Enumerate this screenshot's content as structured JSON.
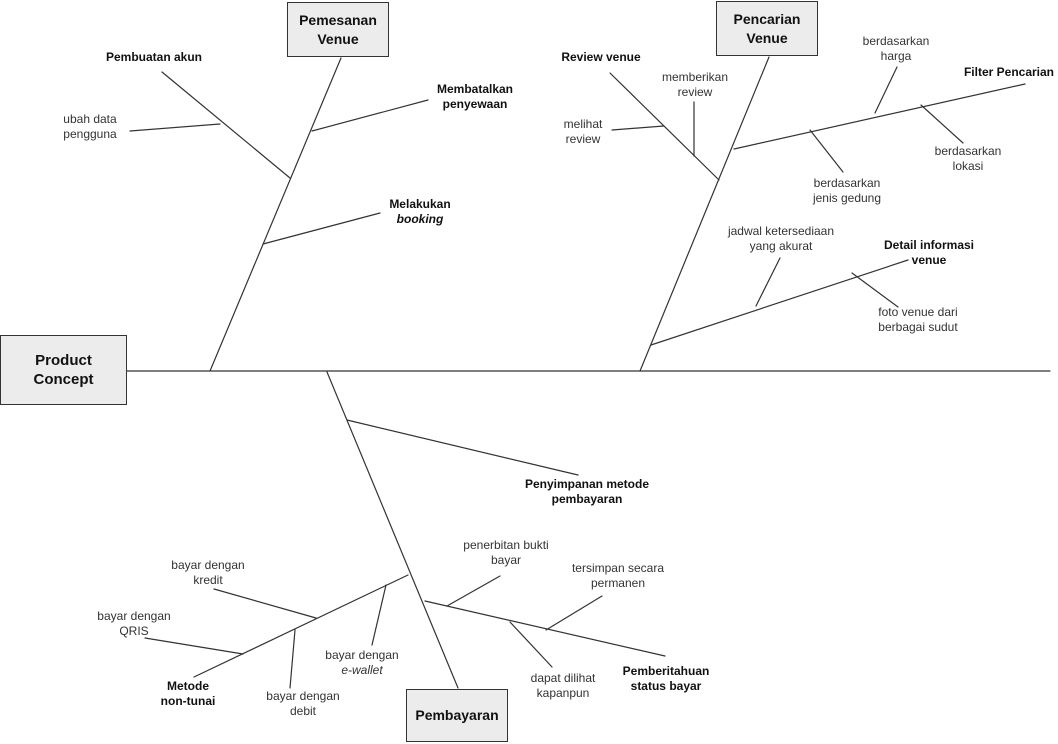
{
  "diagram": {
    "head": {
      "line1": "Product",
      "line2": "Concept"
    },
    "categories": {
      "pemesanan": {
        "line1": "Pemesanan",
        "line2": "Venue"
      },
      "pencarian": {
        "line1": "Pencarian",
        "line2": "Venue"
      },
      "pembayaran": {
        "line1": "Pembayaran"
      }
    },
    "pemesanan_branches": {
      "pembuatan_akun": "Pembuatan akun",
      "ubah_data": {
        "line1": "ubah data",
        "line2": "pengguna"
      },
      "membatalkan": {
        "line1": "Membatalkan",
        "line2": "penyewaan"
      },
      "melakukan_booking": {
        "line1": "Melakukan",
        "line2": "booking"
      }
    },
    "pencarian_branches": {
      "review_venue": "Review venue",
      "memberikan_review": {
        "line1": "memberikan",
        "line2": "review"
      },
      "melihat_review": {
        "line1": "melihat",
        "line2": "review"
      },
      "filter_pencarian": "Filter Pencarian",
      "berdasarkan_harga": {
        "line1": "berdasarkan",
        "line2": "harga"
      },
      "berdasarkan_lokasi": {
        "line1": "berdasarkan",
        "line2": "lokasi"
      },
      "berdasarkan_jenis": {
        "line1": "berdasarkan",
        "line2": "jenis gedung"
      },
      "detail_informasi": {
        "line1": "Detail informasi",
        "line2": "venue"
      },
      "jadwal": {
        "line1": "jadwal ketersediaan",
        "line2": "yang akurat"
      },
      "foto_venue": {
        "line1": "foto venue dari",
        "line2": "berbagai sudut"
      }
    },
    "pembayaran_branches": {
      "penyimpanan": {
        "line1": "Penyimpanan metode",
        "line2": "pembayaran"
      },
      "metode_nontunai": {
        "line1": "Metode",
        "line2": "non-tunai"
      },
      "kredit": {
        "line1": "bayar dengan",
        "line2": "kredit"
      },
      "qris": {
        "line1": "bayar dengan",
        "line2": "QRIS"
      },
      "debit": {
        "line1": "bayar dengan",
        "line2": "debit"
      },
      "ewallet": {
        "line1": "bayar dengan",
        "line2": "e-wallet"
      },
      "pemberitahuan": {
        "line1": "Pemberitahuan",
        "line2": "status bayar"
      },
      "bukti": {
        "line1": "penerbitan bukti",
        "line2": "bayar"
      },
      "permanen": {
        "line1": "tersimpan secara",
        "line2": "permanen"
      },
      "kapanpun": {
        "line1": "dapat dilihat",
        "line2": "kapanpun"
      }
    }
  }
}
